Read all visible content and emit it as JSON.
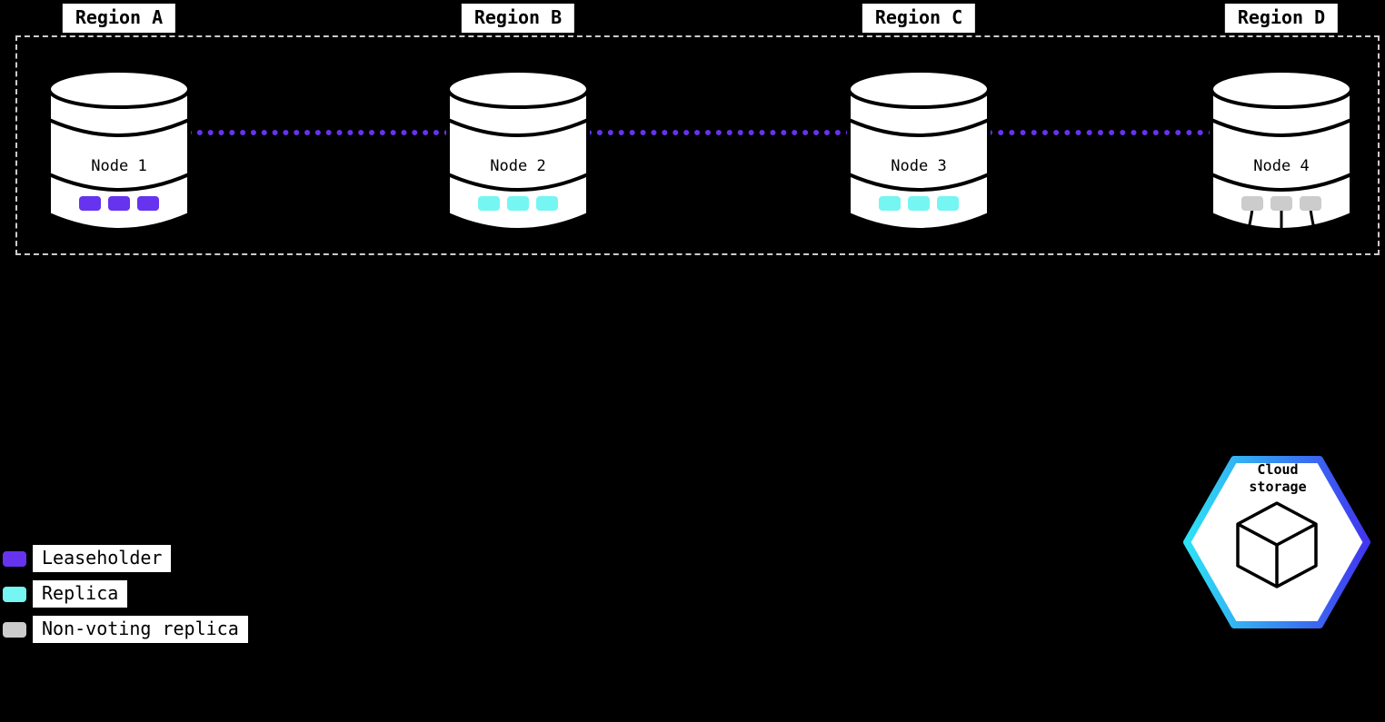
{
  "diagram": {
    "regions": [
      {
        "label": "Region A",
        "node": {
          "label": "Node 1",
          "replica_type": "Leaseholder",
          "replica_count": 3,
          "color": "#6633ee"
        }
      },
      {
        "label": "Region B",
        "node": {
          "label": "Node 2",
          "replica_type": "Replica",
          "replica_count": 3,
          "color": "#75f6f2"
        }
      },
      {
        "label": "Region C",
        "node": {
          "label": "Node 3",
          "replica_type": "Replica",
          "replica_count": 3,
          "color": "#75f6f2"
        }
      },
      {
        "label": "Region D",
        "node": {
          "label": "Node 4",
          "replica_type": "Non-voting replica",
          "replica_count": 3,
          "color": "#cccccc"
        }
      }
    ],
    "legend": {
      "items": [
        {
          "label": "Leaseholder",
          "color": "#6633ee"
        },
        {
          "label": "Replica",
          "color": "#75f6f2"
        },
        {
          "label": "Non-voting replica",
          "color": "#cccccc"
        }
      ]
    },
    "cloud_storage": {
      "label": "Cloud storage"
    },
    "colors": {
      "background": "#000000",
      "connection_line": "#6633ee",
      "boundary_dash": "#cccccc",
      "node_fill": "#ffffff",
      "node_stroke": "#000000",
      "hexagon_gradient_start": "#2de2f5",
      "hexagon_gradient_end": "#4136ef"
    }
  }
}
